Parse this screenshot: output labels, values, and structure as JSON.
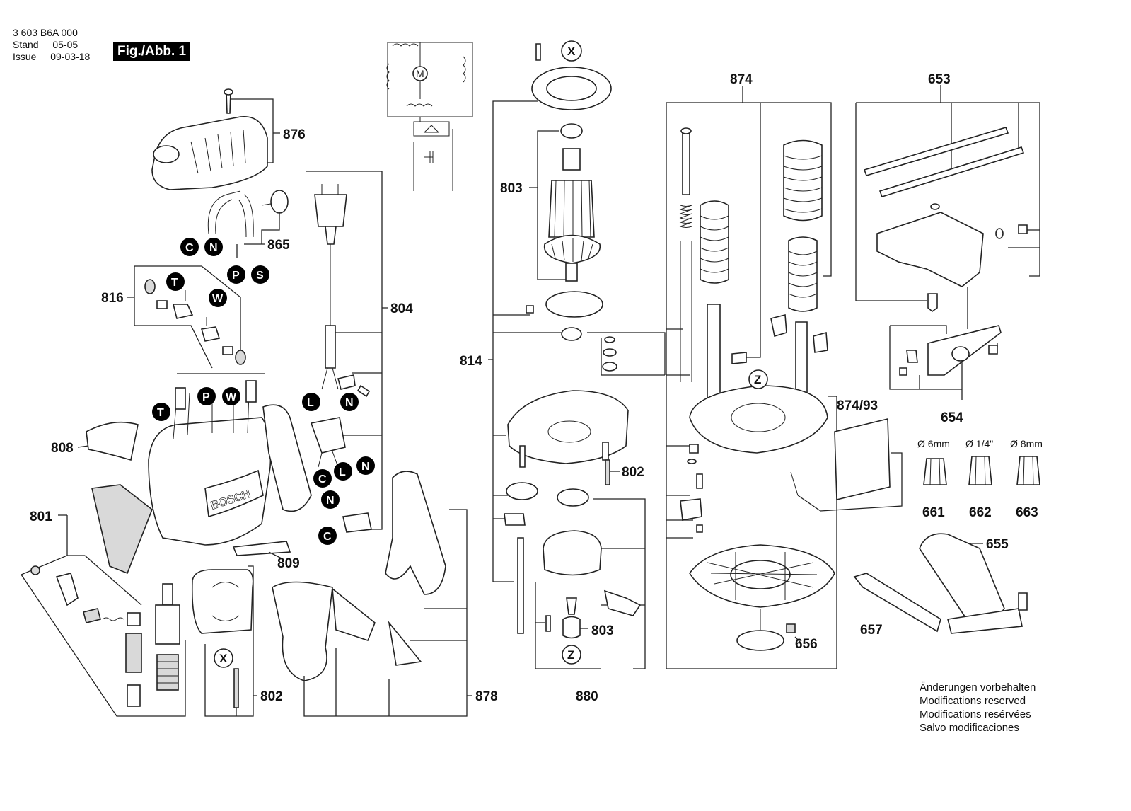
{
  "header": {
    "doc_number": "3 603 B6A 000",
    "stand_label": "Stand",
    "issue_label": "Issue",
    "stand_date": "05-05",
    "issue_date": "09-03-18",
    "figure_label": "Fig./Abb. 1"
  },
  "part_labels": {
    "p876": "876",
    "p865": "865",
    "p816": "816",
    "p804": "804",
    "p808": "808",
    "p801": "801",
    "p809": "809",
    "p802a": "802",
    "p878": "878",
    "p803a": "803",
    "p814": "814",
    "p802b": "802",
    "p803b": "803",
    "p880": "880",
    "p874": "874",
    "p653": "653",
    "p654": "654",
    "p874_93": "874/93",
    "p661": "661",
    "p662": "662",
    "p663": "663",
    "p655": "655",
    "p656": "656",
    "p657": "657"
  },
  "collet_sizes": {
    "s661": "Ø 6mm",
    "s662": "Ø 1/4\"",
    "s663": "Ø 8mm"
  },
  "connector_markers": {
    "c1": "C",
    "n1": "N",
    "p1": "P",
    "s1": "S",
    "t1": "T",
    "w1": "W",
    "t2": "T",
    "p2": "P",
    "w2": "W",
    "l1": "L",
    "n2": "N",
    "c2": "C",
    "l2": "L",
    "n3": "N",
    "n4": "N",
    "c3": "C"
  },
  "reference_markers": {
    "x_top": "X",
    "x_bottom": "X",
    "z_base": "Z",
    "z_collet": "Z"
  },
  "brand_text": "BOSCH",
  "motor_symbol": "M",
  "notes": [
    "Änderungen vorbehalten",
    "Modifications reserved",
    "Modifications resérvées",
    "Salvo modificaciones"
  ]
}
